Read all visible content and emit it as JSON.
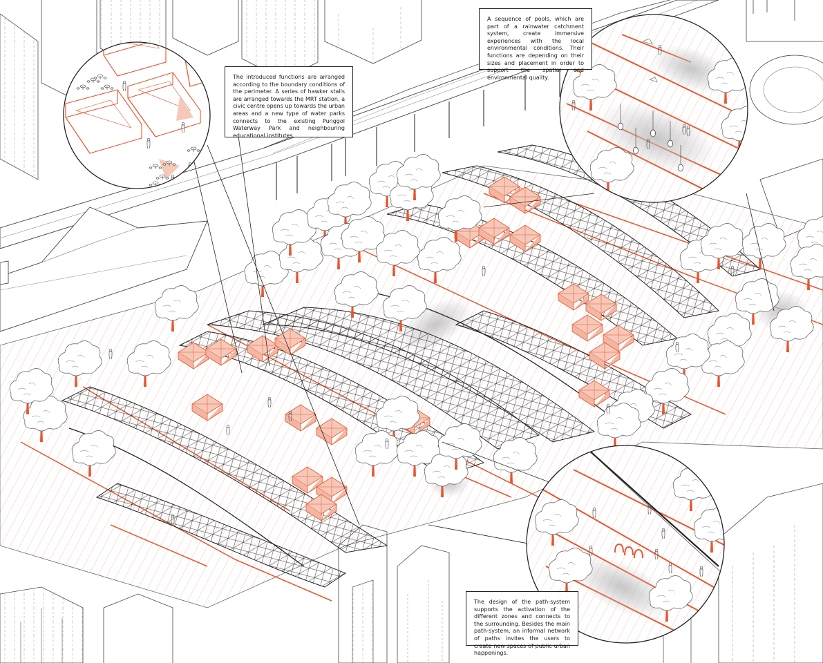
{
  "callouts": {
    "functions": "The introduced functions are arranged according to the boundary conditions of the perimeter. A series of hawker stalls are arranged towards the MRT station, a civic centre opens up towards the urban areas and a new type of water parks connects to the existing Punggol Waterway Park and neighbouring educational institutes.",
    "pools": "A sequence of pools, which are part of a rainwater catchment system, create immersive experiences with the local environmental conditions. Their functions are depending on their sizes and placement in order to support the spatial and environmental quality.",
    "paths": "The design of the path-system supports the activation of the different zones and connects to the surrounding. Besides the main path-system, an informal network of paths invites the users to create new spaces of public urban happenings."
  },
  "colors": {
    "accent": "#e8552e",
    "accent_fill": "#f6c8b8",
    "line": "#3a3a3a",
    "light_line": "#9a9a9a",
    "paper": "#ffffff",
    "pool_grey": "#d9d9d9"
  },
  "icons": [
    "tree-icon",
    "person-icon",
    "cafe-table-icon",
    "lamp-icon",
    "pavilion-icon"
  ]
}
